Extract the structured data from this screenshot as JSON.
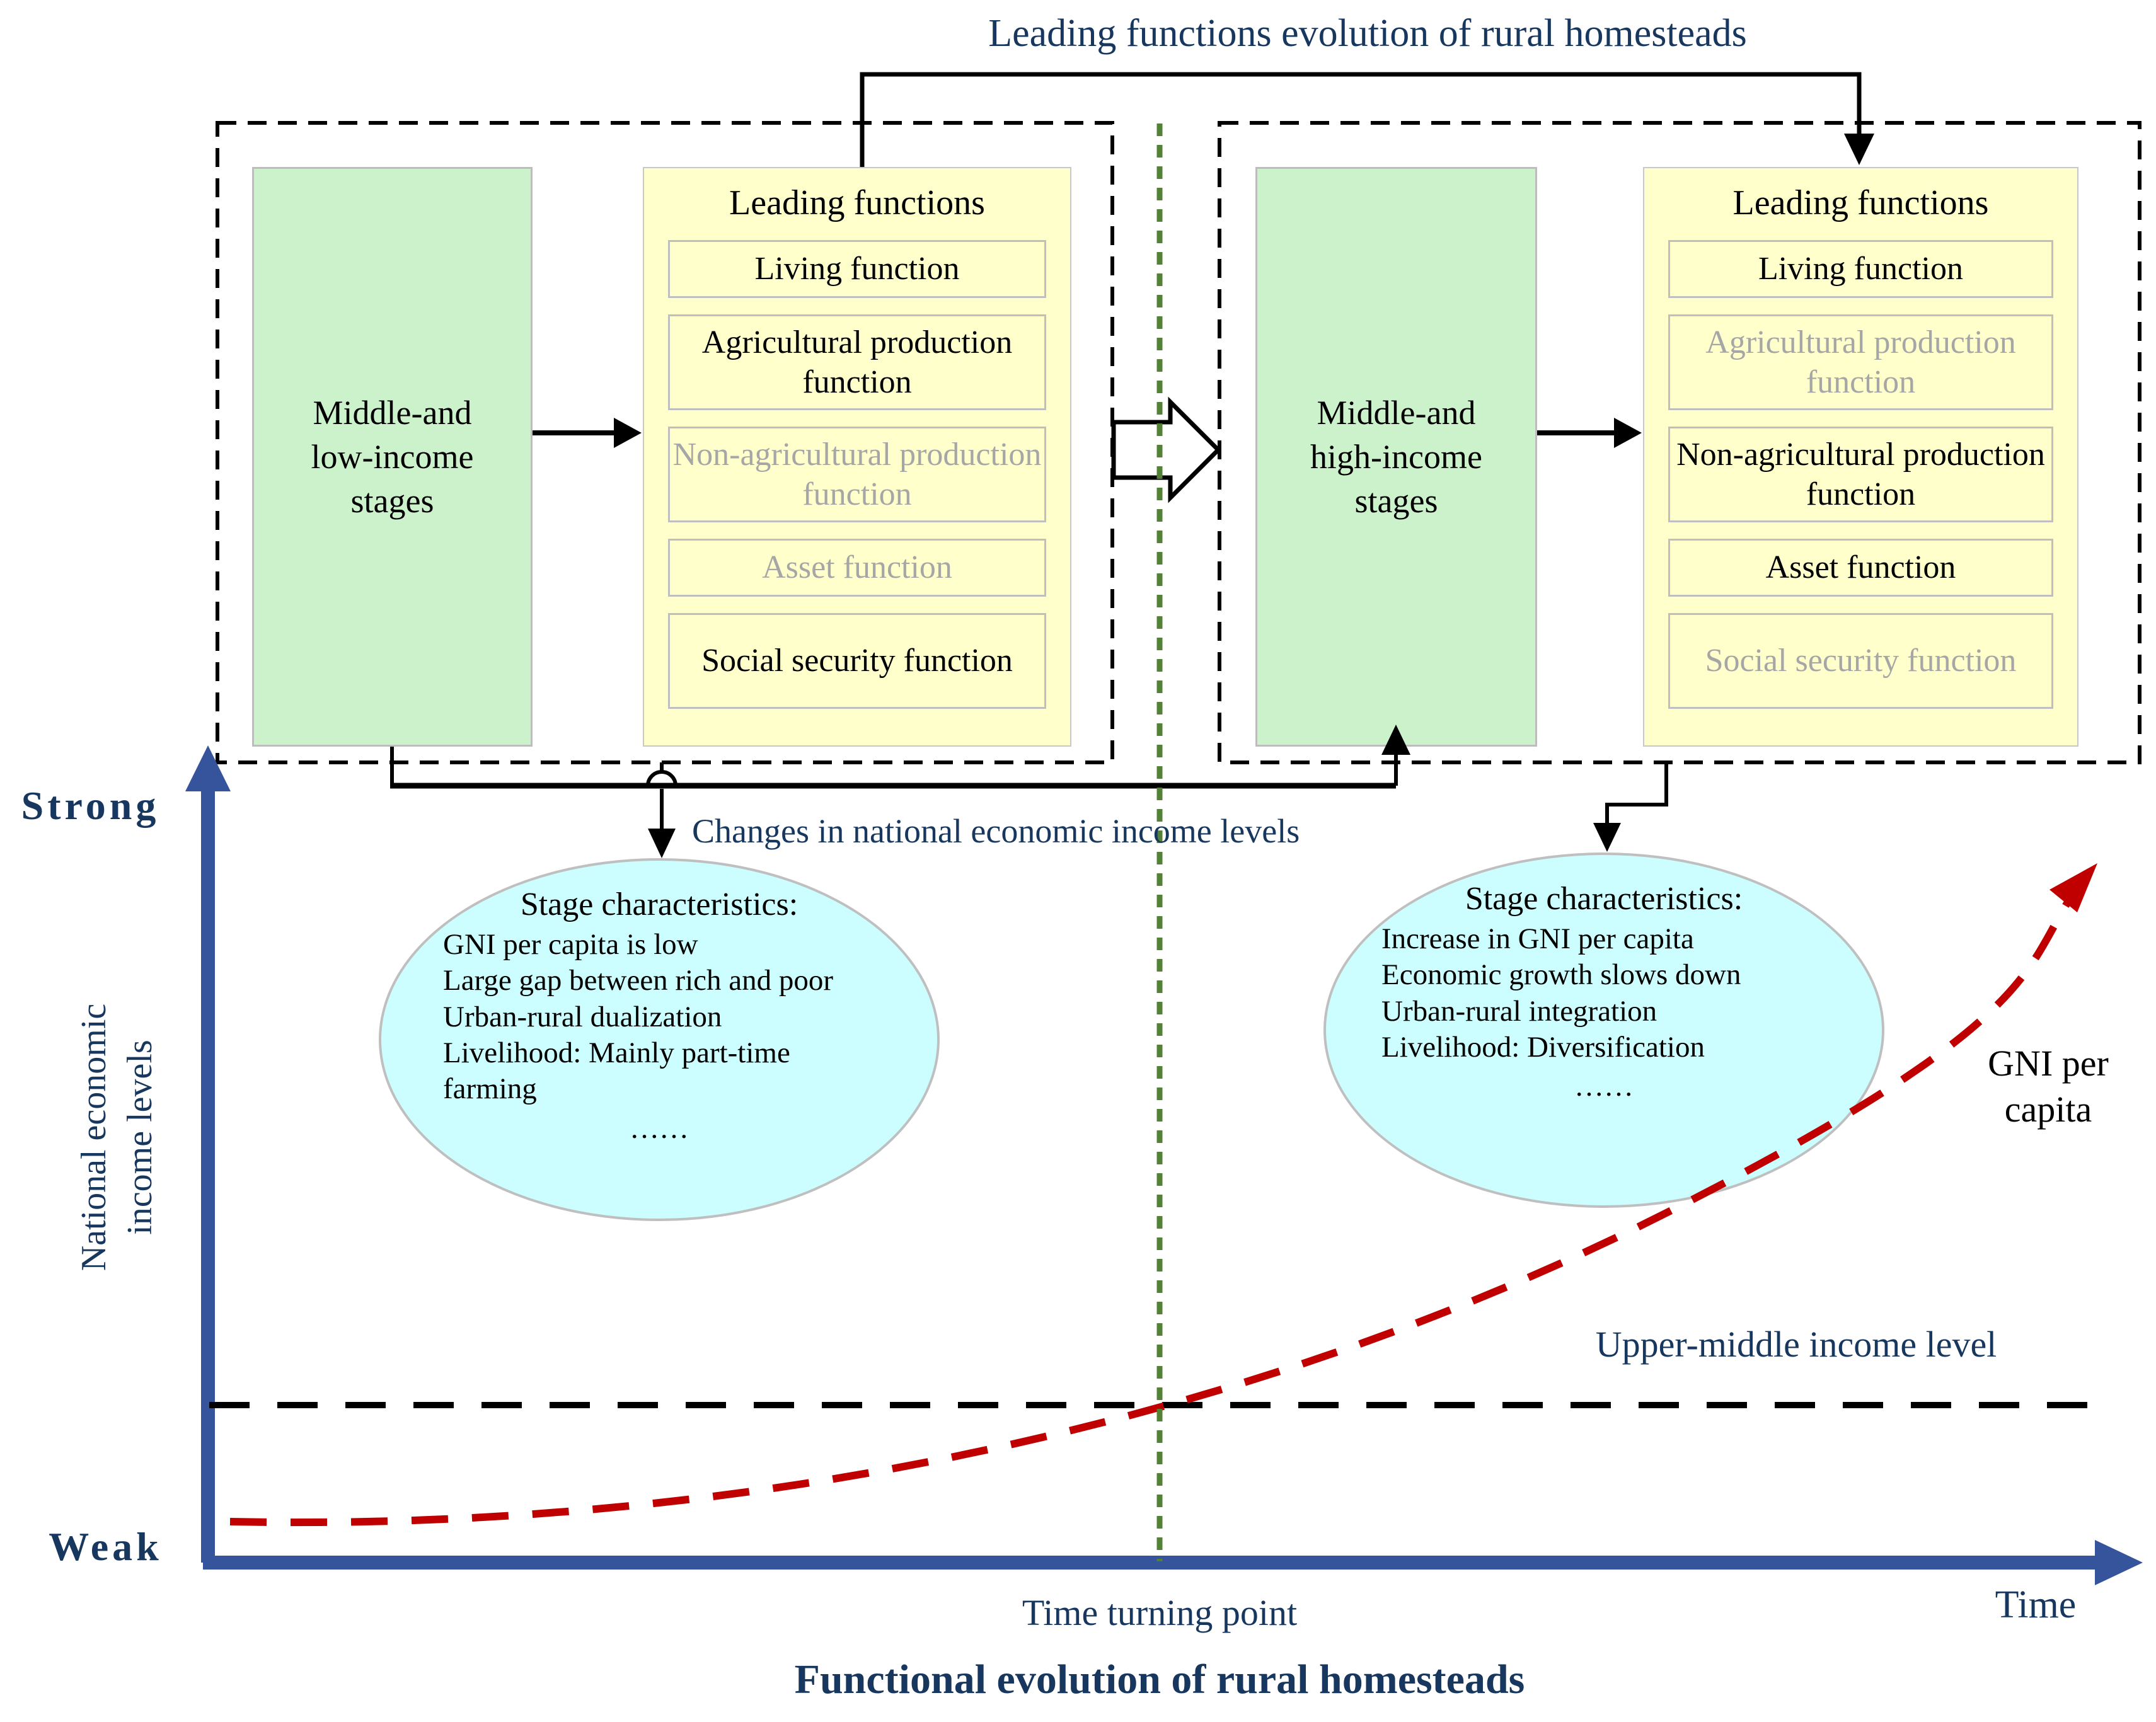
{
  "top_flow_label": "Leading functions evolution of rural homesteads",
  "changes_label": "Changes in national economic income levels",
  "bottom_title": "Functional evolution of rural homesteads",
  "stage_left": {
    "name": "Middle-and low-income stages",
    "leading_functions_title": "Leading functions",
    "functions": [
      {
        "label": "Living function",
        "state": "leading"
      },
      {
        "label": "Agricultural production function",
        "state": "leading"
      },
      {
        "label": "Non-agricultural production function",
        "state": "secondary"
      },
      {
        "label": "Asset function",
        "state": "secondary"
      },
      {
        "label": "Social security function",
        "state": "leading"
      }
    ],
    "characteristics": {
      "title": "Stage characteristics:",
      "items": [
        "GNI per capita is low",
        "Large gap between rich and poor",
        "Urban-rural dualization",
        "Livelihood: Mainly part-time farming"
      ],
      "more": "……"
    }
  },
  "stage_right": {
    "name": "Middle-and high-income stages",
    "leading_functions_title": "Leading functions",
    "functions": [
      {
        "label": "Living function",
        "state": "leading"
      },
      {
        "label": "Agricultural production function",
        "state": "secondary"
      },
      {
        "label": "Non-agricultural production function",
        "state": "leading"
      },
      {
        "label": "Asset function",
        "state": "leading"
      },
      {
        "label": "Social security function",
        "state": "secondary"
      }
    ],
    "characteristics": {
      "title": "Stage characteristics:",
      "items": [
        "Increase in GNI per capita",
        "Economic growth slows down",
        "Urban-rural integration",
        "Livelihood: Diversification"
      ],
      "more": "……"
    }
  },
  "axis": {
    "y_strong": "Strong",
    "y_weak": "Weak",
    "y_label_line1": "National economic",
    "y_label_line2": "income levels",
    "x_label": "Time",
    "turning_point": "Time turning point",
    "threshold_label": "Upper-middle income level",
    "curve_label_line1": "GNI per",
    "curve_label_line2": "capita"
  },
  "colors": {
    "navy_text": "#17375E",
    "axis_blue": "#35549B",
    "curve_red": "#C00000",
    "turning_line_green": "#538135",
    "stage_fill_green": "#CCF2CC",
    "functions_fill_yellow": "#FFFFCC",
    "characteristics_fill_cyan": "#CCFEFF",
    "secondary_text_gray": "#A6A6A6"
  }
}
